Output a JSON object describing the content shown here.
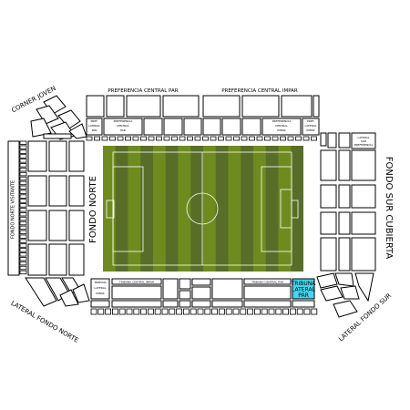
{
  "colors": {
    "pitch_light": "#6e8c1e",
    "pitch_dark": "#586e28",
    "highlight": "#40d8f0"
  },
  "labels": {
    "corner_joven": "CORNER JOVEN",
    "preferencia_par": "PREFERENCIA CENTRAL PAR",
    "preferencia_impar": "PREFERENCIA CENTRAL IMPAR",
    "fondo_norte": "FONDO NORTE",
    "fondo_sur": "FONDO SUR CUBIERTA",
    "fondo_norte_visitante": "FONDO NORTE VISITANTE",
    "lateral_fondo_norte": "LATERAL FONDO NORTE",
    "lateral_fondo_sur": "LATERAL FONDO SUR",
    "tribuna_lateral_par": [
      "TRIBUNA",
      "LATERAL",
      "PAR"
    ]
  },
  "small_labels": {
    "pref_lateral_1": [
      "PREF.",
      "LATERAL",
      "PAR"
    ],
    "pref_central_left": [
      "PREFERENCIA",
      "CENTRAL",
      "PAR"
    ],
    "pref_central_right": [
      "PREFERENCIA",
      "CENTRAL",
      "IMPAR"
    ],
    "pref_lateral_2": [
      "PREF.",
      "LATERAL",
      "IMPAR"
    ],
    "pref_sur": [
      "LATERAL",
      "SUR",
      "PREFERENCIA"
    ],
    "tribuna_lateral_left": [
      "TRIBUNA",
      "LATERAL",
      "IMPAR"
    ],
    "tribuna_central_impar": "TRIBUNA CENTRAL IMPAR",
    "tribuna_central_par": "TRIBUNA CENTRAL PAR"
  }
}
